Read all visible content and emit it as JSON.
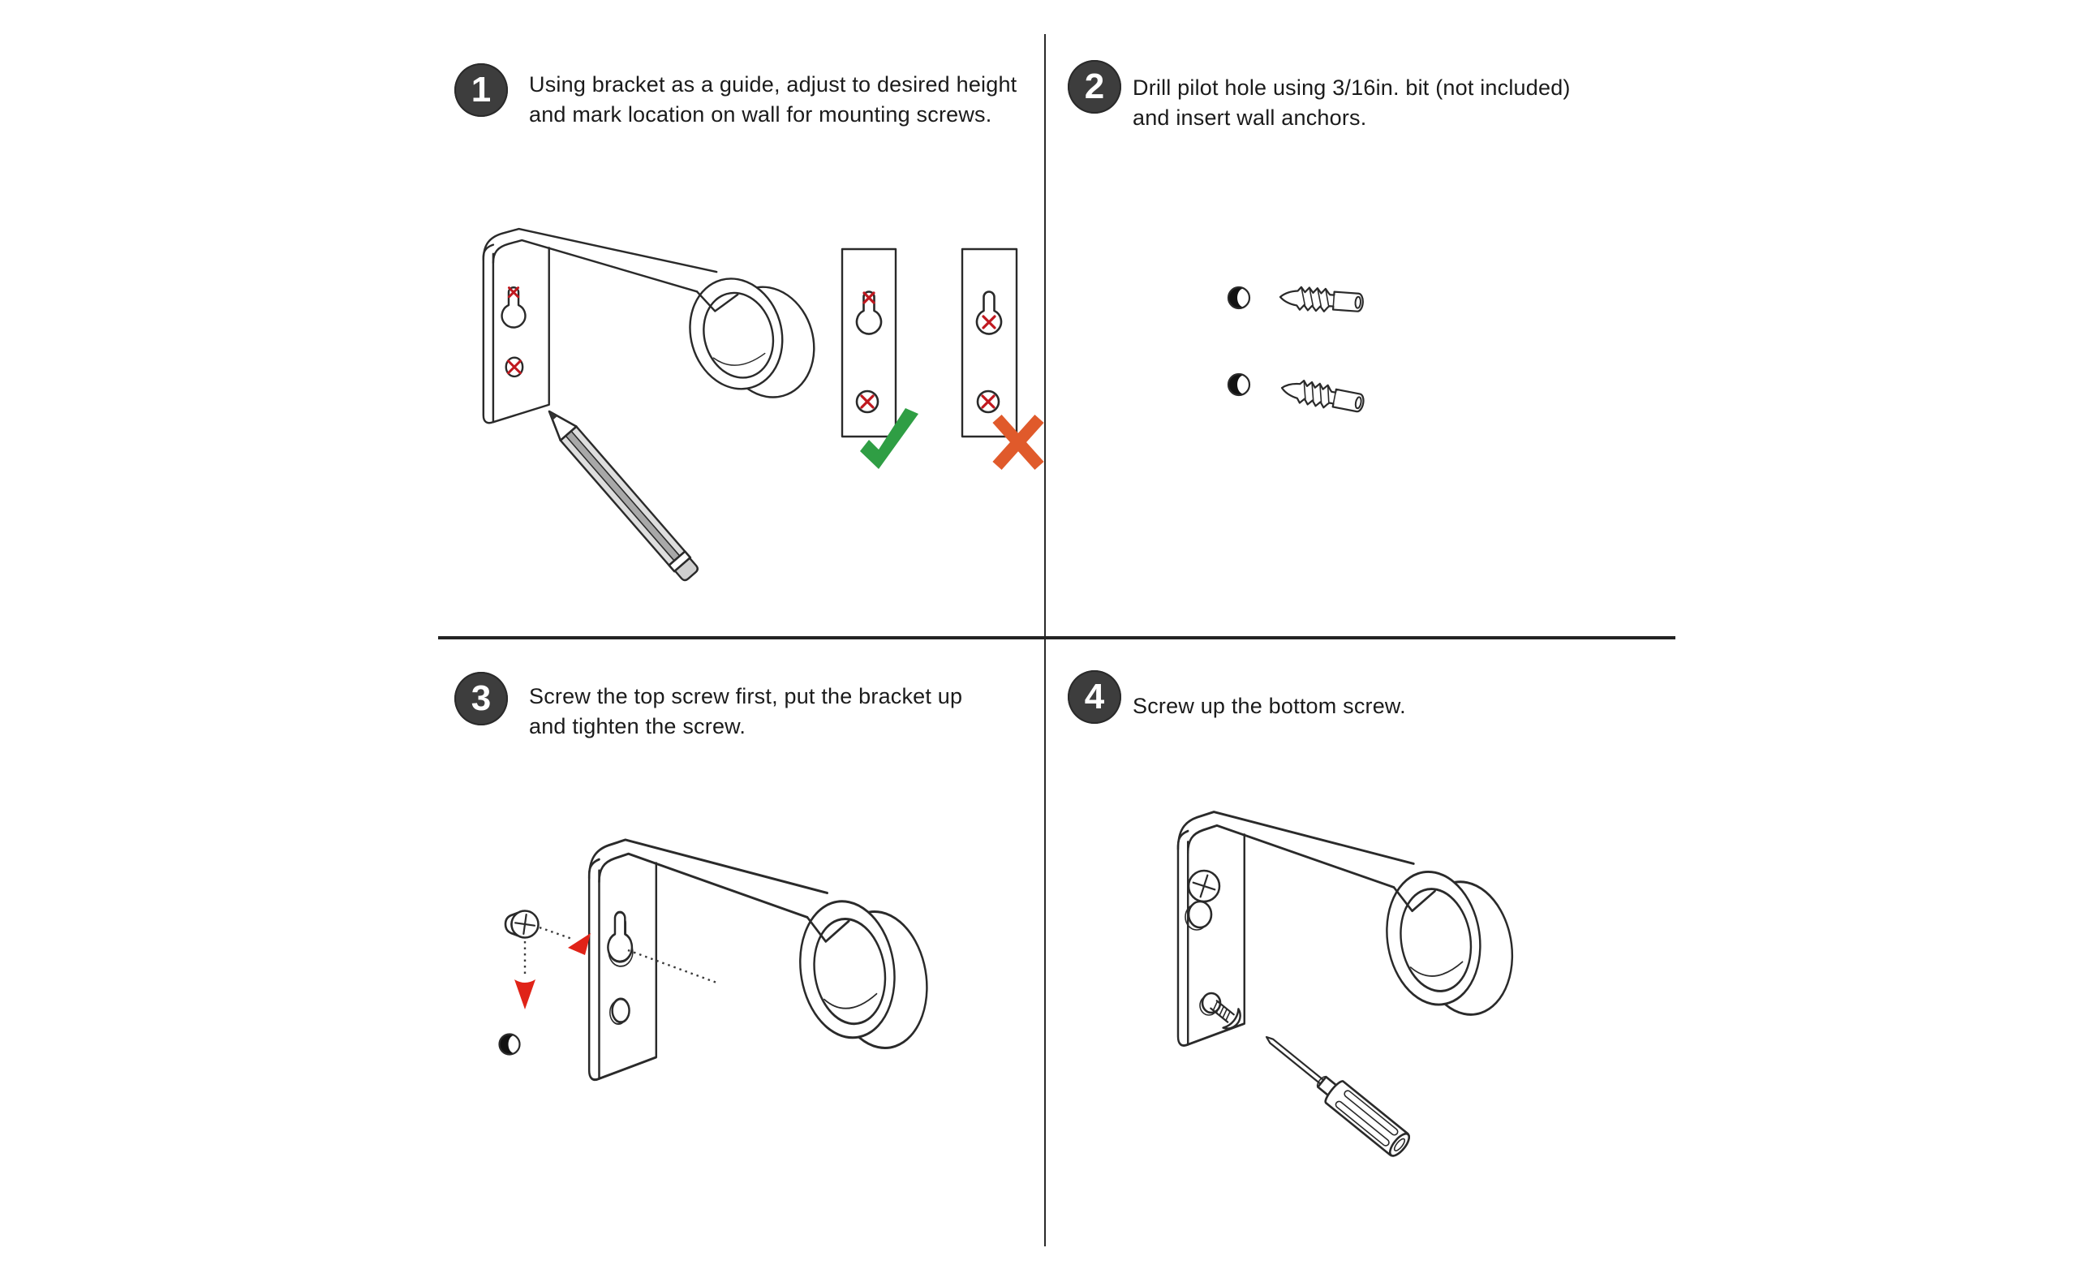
{
  "steps": [
    {
      "number": "1",
      "line1": "Using bracket as a guide, adjust to desired height",
      "line2": "and mark location on wall for mounting screws."
    },
    {
      "number": "2",
      "line1": "Drill pilot hole using 3/16in. bit (not included)",
      "line2": "and insert wall anchors."
    },
    {
      "number": "3",
      "line1": "Screw the top screw first, put the bracket up",
      "line2": "and tighten the screw."
    },
    {
      "number": "4",
      "line1": "Screw up the bottom screw.",
      "line2": ""
    }
  ],
  "icons": {
    "correct": "green-checkmark-icon",
    "incorrect": "orange-cross-icon",
    "screw_mark": "red-x-mark"
  },
  "colors": {
    "line": "#2a2a2a",
    "badge": "#3d3d3d",
    "mark_red": "#c0181f",
    "arrow_red": "#e02318",
    "check_green": "#2f9e44",
    "cross_orange": "#e05a2b"
  }
}
